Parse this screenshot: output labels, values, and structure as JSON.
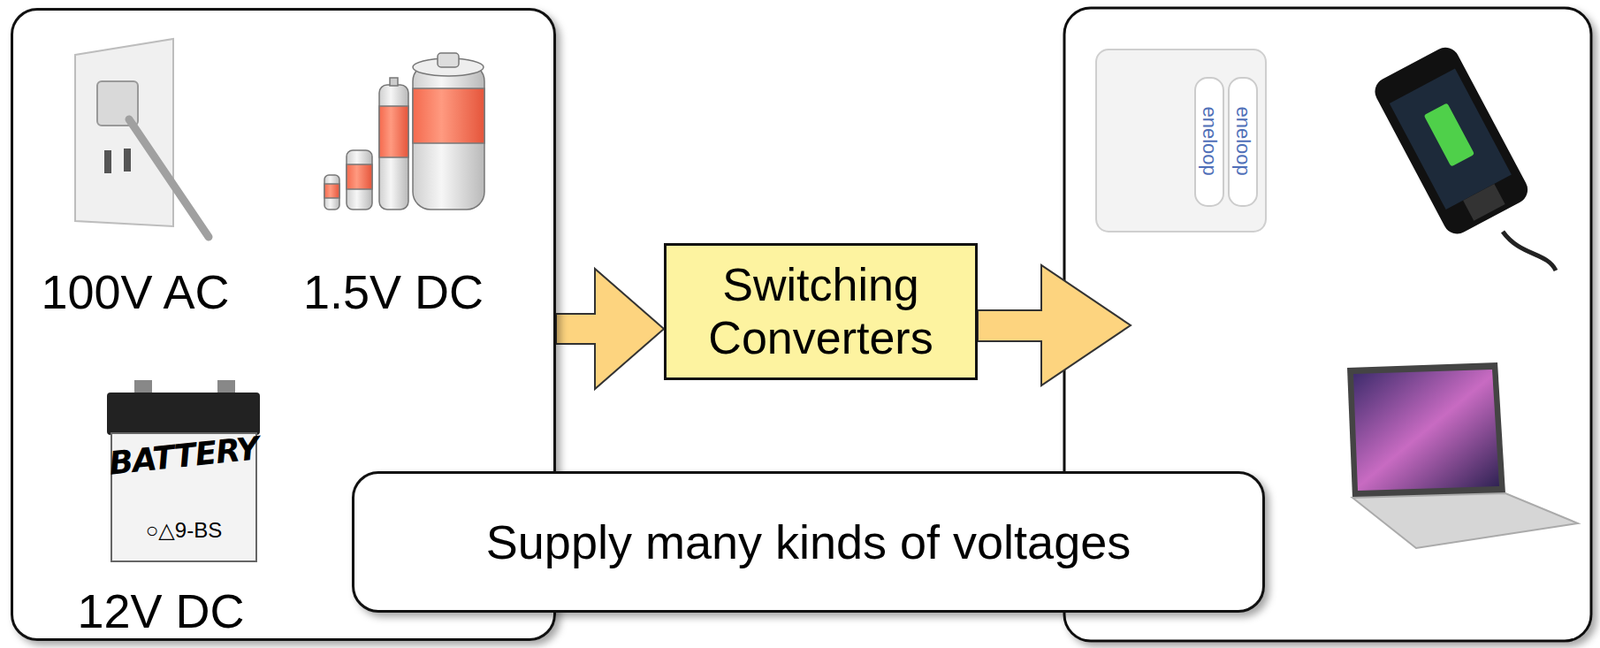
{
  "diagram": {
    "nodes": [
      {
        "text": [
          "100V AC",
          "1.5V DC",
          "12V DC"
        ]
      },
      {
        "text": [
          "Switching Converters"
        ]
      },
      {
        "text": [
          "Supply many kinds of voltages"
        ]
      }
    ],
    "edges": [
      {
        "from": 0,
        "to": 1,
        "arrow": "to"
      }
    ],
    "labels": [
      "BATTERY",
      "○△9-BS",
      "eneloop",
      "eneloop"
    ]
  }
}
